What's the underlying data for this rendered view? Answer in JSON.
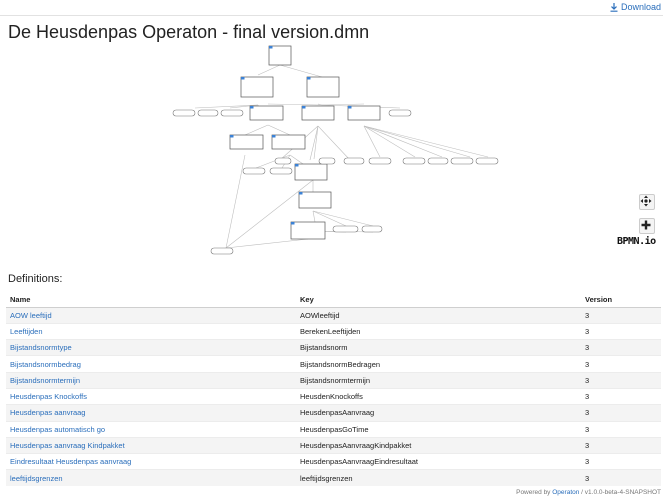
{
  "toolbar": {
    "download_label": "Download"
  },
  "page": {
    "title": "De Heusdenpas Operaton - final version.dmn"
  },
  "definitions": {
    "heading": "Definitions:",
    "columns": {
      "name": "Name",
      "key": "Key",
      "version": "Version"
    },
    "rows": [
      {
        "name": "AOW leeftijd",
        "key": "AOWleeftijd",
        "version": "3"
      },
      {
        "name": "Leeftijden",
        "key": "BerekenLeeftijden",
        "version": "3"
      },
      {
        "name": "Bijstandsnormtype",
        "key": "Bijstandsnorm",
        "version": "3"
      },
      {
        "name": "Bijstandsnormbedrag",
        "key": "BijstandsnormBedragen",
        "version": "3"
      },
      {
        "name": "Bijstandsnormtermijn",
        "key": "Bijstandsnormtermijn",
        "version": "3"
      },
      {
        "name": "Heusdenpas Knockoffs",
        "key": "HeusdenKnockoffs",
        "version": "3"
      },
      {
        "name": "Heusdenpas aanvraag",
        "key": "HeusdenpasAanvraag",
        "version": "3"
      },
      {
        "name": "Heusdenpas automatisch go",
        "key": "HeusdenpasGoTime",
        "version": "3"
      },
      {
        "name": "Heusdenpas aanvraag Kindpakket",
        "key": "HeusdenpasAanvraagKindpakket",
        "version": "3"
      },
      {
        "name": "Eindresultaat Heusdenpas aanvraag",
        "key": "HeusdenpasAanvraagEindresultaat",
        "version": "3"
      },
      {
        "name": "leeftijdsgrenzen",
        "key": "leeftijdsgrenzen",
        "version": "3"
      }
    ]
  },
  "diagram": {
    "logo_text": "BPMN.io",
    "controls": {
      "recenter_icon": "move-arrows-icon",
      "zoom_icon": "plus-icon"
    }
  },
  "footer": {
    "prefix": "Powered by ",
    "link": "Operaton",
    "suffix": " / v1.0.0-beta-4-SNAPSHOT"
  },
  "colors": {
    "link": "#2a6ebb",
    "row_alt": "#f4f4f4",
    "node_marker": "#3b82d6"
  }
}
